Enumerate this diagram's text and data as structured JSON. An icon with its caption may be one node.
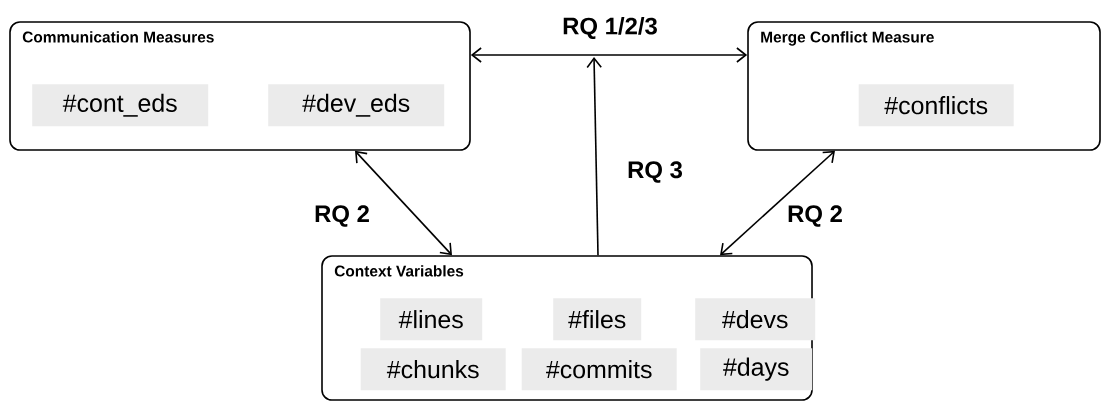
{
  "diagram": {
    "nodes": [
      {
        "text": [
          "Communication Measures"
        ]
      },
      {
        "text": [
          "#cont_eds"
        ],
        "in": 0
      },
      {
        "text": [
          "#dev_eds"
        ],
        "in": 0
      },
      {
        "text": [
          "Merge Conflict Measure"
        ]
      },
      {
        "text": [
          "#conflicts"
        ],
        "in": 3
      },
      {
        "text": [
          "Context Variables"
        ]
      },
      {
        "text": [
          "#lines"
        ],
        "in": 5
      },
      {
        "text": [
          "#files"
        ],
        "in": 5
      },
      {
        "text": [
          "#devs"
        ],
        "in": 5
      },
      {
        "text": [
          "#chunks"
        ],
        "in": 5
      },
      {
        "text": [
          "#commits"
        ],
        "in": 5
      },
      {
        "text": [
          "#days"
        ],
        "in": 5
      }
    ],
    "edges": [
      {
        "from": 0,
        "to": 3,
        "arrow": "both",
        "label": "RQ 1/2/3"
      },
      {
        "from": 0,
        "to": 5,
        "arrow": "both",
        "label": "RQ 2"
      },
      {
        "from": 3,
        "to": 5,
        "arrow": "both",
        "label": "RQ 2"
      },
      {
        "from": 5,
        "to": null,
        "arrow": "to",
        "label": "RQ 3"
      }
    ]
  }
}
